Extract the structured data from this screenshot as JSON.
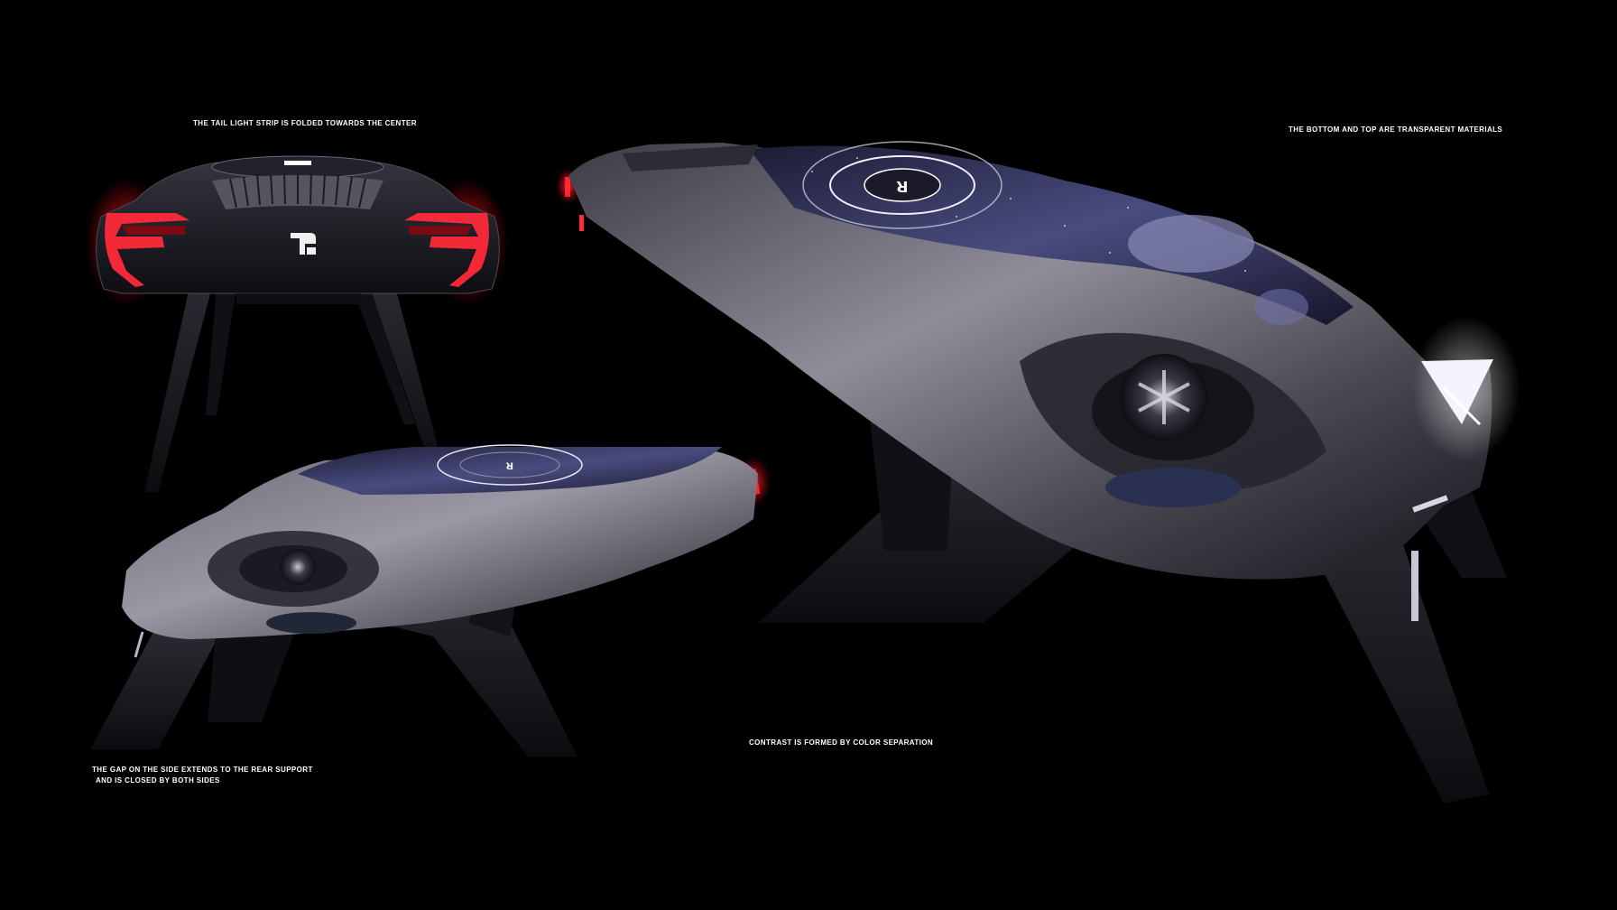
{
  "captions": {
    "tail_light": "THE TAIL LIGHT STRIP IS FOLDED TOWARDS THE CENTER",
    "transparent": "THE BOTTOM AND TOP ARE TRANSPARENT MATERIALS",
    "contrast": "CONTRAST IS FORMED BY COLOR SEPARATION",
    "gap_line1": "THE GAP ON THE SIDE EXTENDS TO THE REAR SUPPORT",
    "gap_line2": "AND IS CLOSED BY BOTH SIDES"
  },
  "logo": {
    "glyph": "R",
    "note": "brand mark on rear and roof"
  },
  "colors": {
    "background": "#000000",
    "body_dark": "#14141a",
    "body_silver": "#8e8c98",
    "tail_light": "#ff2a3a",
    "headlight": "#f4f4ff",
    "canopy": "#3a3c66"
  }
}
